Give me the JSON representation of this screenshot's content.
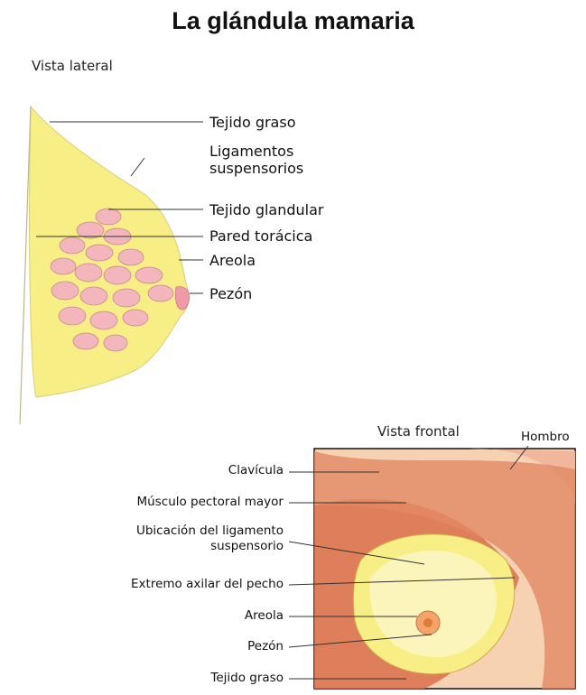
{
  "title": "La glándula mamaria",
  "lateral": {
    "heading": "Vista lateral",
    "labels": {
      "fat": "Tejido graso",
      "ligaments_1": "Ligamentos",
      "ligaments_2": "suspensorios",
      "glandular": "Tejido glandular",
      "chest_wall": "Pared torácica",
      "areola": "Areola",
      "nipple": "Pezón"
    }
  },
  "frontal": {
    "heading": "Vista frontal",
    "labels": {
      "shoulder": "Hombro",
      "clavicle": "Clavícula",
      "pectoral": "Músculo pectoral mayor",
      "ligament_loc_1": "Ubicación del ligamento",
      "ligament_loc_2": "suspensorio",
      "axillary": "Extremo axilar del pecho",
      "areola": "Areola",
      "nipple": "Pezón",
      "fat": "Tejido graso"
    }
  },
  "colors": {
    "fat_yellow": "#f7ef86",
    "gland_pink": "#f2b6bc",
    "muscle_red": "#d9704a",
    "skin": "#f6d2b3"
  }
}
